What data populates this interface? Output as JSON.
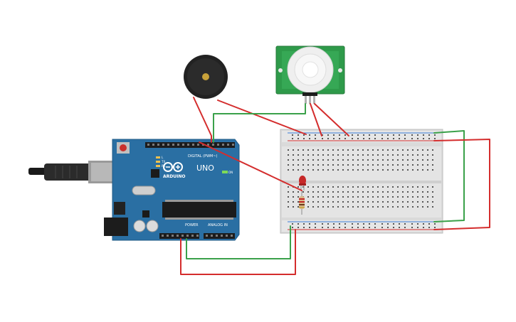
{
  "arduino": {
    "brand_label": "ARDUINO",
    "model_label": "UNO",
    "digital_label": "DIGITAL (PWM~)",
    "power_label": "POWER",
    "analog_label": "ANALOG IN",
    "on_label": "ON",
    "tx_label": "TX",
    "rx_label": "RX",
    "l_label": "L"
  },
  "colors": {
    "board": "#2a6fa3",
    "breadboard": "#d8d8d8",
    "pir_board": "#2e9a4a",
    "wire_red": "#d42d2d",
    "wire_green": "#3aa14a",
    "led": "#c62828"
  }
}
